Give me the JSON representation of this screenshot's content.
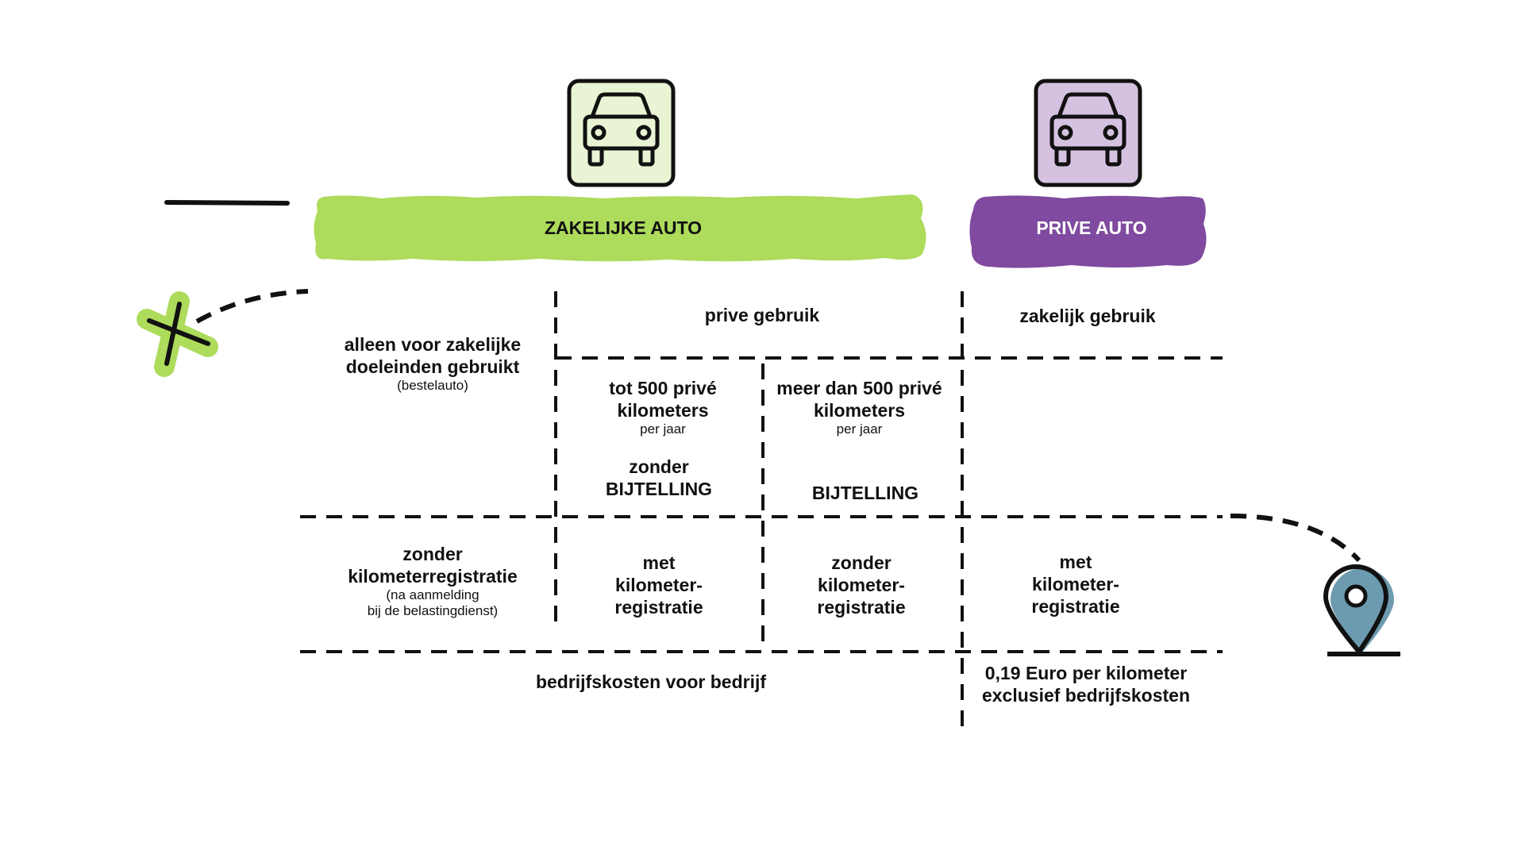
{
  "colors": {
    "business_green": "#addb5b",
    "business_green_light": "#e9f4d4",
    "private_purple": "#7f4a9f",
    "private_purple_light": "#d5c2e0",
    "pin_blue": "#6c9bb0",
    "line": "#111111"
  },
  "icons": {
    "business_car": "car-icon",
    "private_car": "car-icon",
    "start": "x-mark-icon",
    "end": "map-pin-icon"
  },
  "headers": {
    "business": "ZAKELIJKE AUTO",
    "private": "PRIVE AUTO"
  },
  "cells": {
    "prive_gebruik": "prive gebruik",
    "zakelijk_gebruik": "zakelijk gebruik",
    "only_business_main": "alleen voor zakelijke doeleinden gebruikt",
    "only_business_sub": "(bestelauto)",
    "under500_main": "tot 500 privé kilometers",
    "under500_sub": "per jaar",
    "under500_tax": "zonder BIJTELLING",
    "over500_main": "meer dan 500 privé kilometers",
    "over500_sub": "per jaar",
    "over500_tax": "BIJTELLING",
    "no_registration_main": "zonder kilometerregistratie",
    "no_registration_sub1": "(na aanmelding",
    "no_registration_sub2": "bij de belastingdienst)",
    "with_registration_1": "met kilometer-registratie",
    "without_registration": "zonder kilometer-registratie",
    "with_registration_2": "met kilometer-registratie",
    "costs_business": "bedrijfskosten voor bedrijf",
    "costs_private": "0,19 Euro per kilometer exclusief bedrijfskosten"
  }
}
